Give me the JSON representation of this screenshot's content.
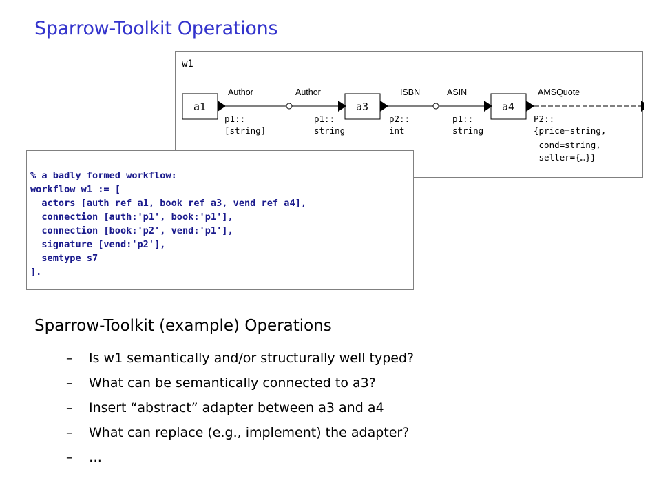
{
  "title": "Sparrow-Toolkit Operations",
  "workflow": {
    "name": "w1",
    "actors": [
      "a1",
      "a3",
      "a4"
    ],
    "port_labels": [
      "Author",
      "Author",
      "ISBN",
      "ASIN",
      "AMSQuote"
    ],
    "types": [
      [
        "p1::",
        "[string]"
      ],
      [
        "p1::",
        "string"
      ],
      [
        "p2::",
        "int"
      ],
      [
        "p1::",
        "string"
      ],
      [
        "P2::",
        "{price=string,",
        " cond=string,",
        " seller={…}}"
      ]
    ]
  },
  "code": [
    "% a badly formed workflow:",
    "workflow w1 := [",
    "  actors [auth ref a1, book ref a3, vend ref a4],",
    "  connection [auth:'p1', book:'p1'],",
    "  connection [book:'p2', vend:'p1'],",
    "  signature [vend:'p2'],",
    "  semtype s7",
    "]."
  ],
  "subtitle": "Sparrow-Toolkit (example) Operations",
  "bullets": [
    "Is w1 semantically and/or structurally well typed?",
    "What can be semantically connected to a3?",
    "Insert “abstract” adapter between a3 and a4",
    "What can replace (e.g., implement) the adapter?",
    "…"
  ],
  "bullet_marker": "–"
}
